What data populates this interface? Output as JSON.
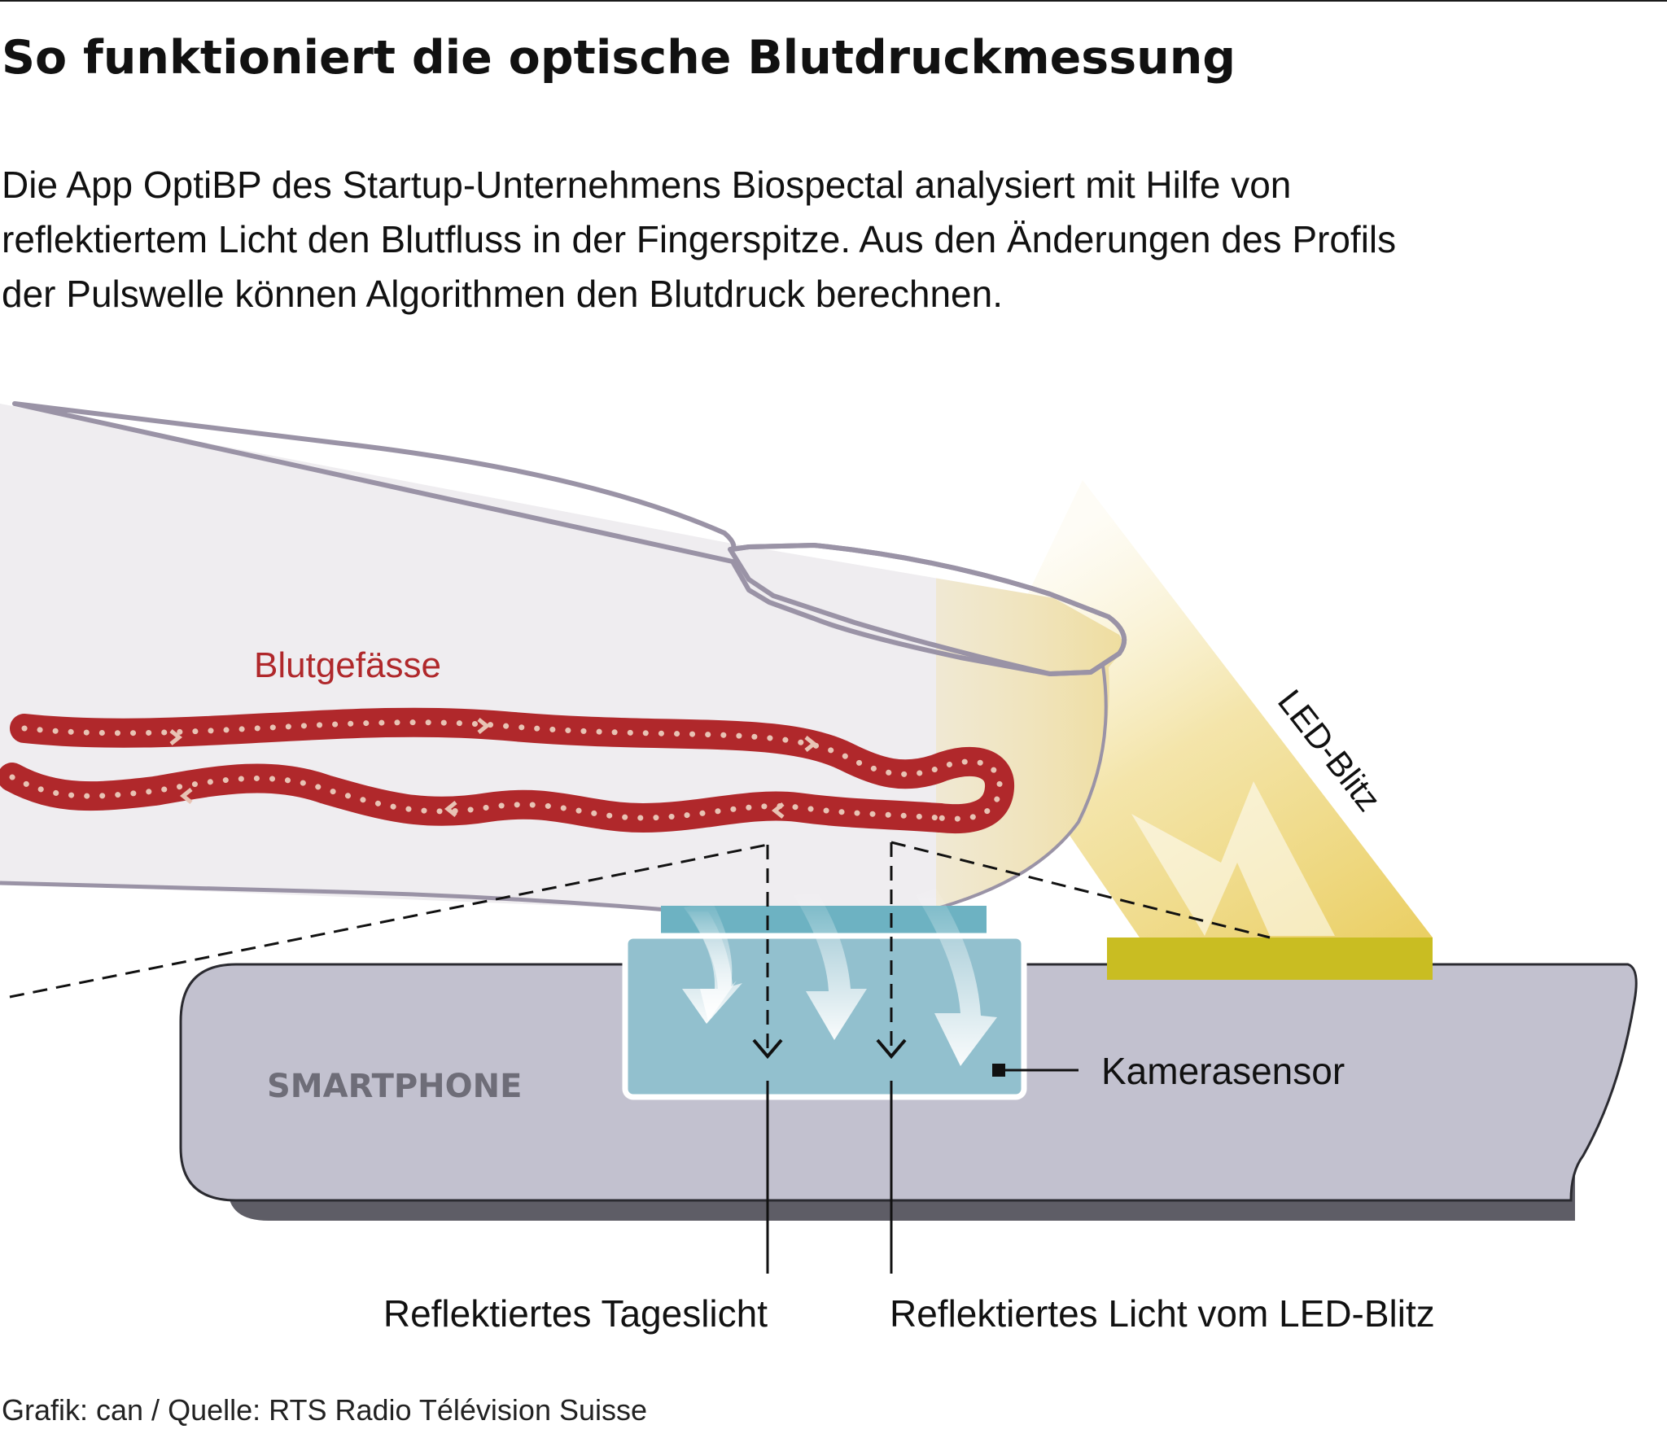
{
  "header": {
    "title": "So funktioniert die optische Blutdruckmessung",
    "intro_lines": [
      "Die App OptiBP des Startup-Unternehmens Biospectal analysiert mit Hilfe von",
      "reflektiertem Licht den Blutfluss in der Fingerspitze. Aus den Änderungen des Profils",
      "der Pulswelle können Algorithmen den Blutdruck berechnen."
    ]
  },
  "diagram": {
    "vessels_label": "Blutgefässe",
    "led_label": "LED-Blitz",
    "phone_label": "SMARTPHONE",
    "sensor_label": "Kamerasensor",
    "daylight_label": "Reflektiertes Tageslicht",
    "led_light_label": "Reflektiertes Licht vom LED-Blitz"
  },
  "colors": {
    "vessel": "#b0282b",
    "vessel_label": "#b0282b",
    "finger_fill": "#efedf0",
    "finger_outline": "#9a93a6",
    "phone_body": "#c2c1cf",
    "phone_shadow": "#5e5d66",
    "sensor": "#92c0ce",
    "sensor_top": "#6db2c2",
    "led": "#c9bd22",
    "led_glow": "#ecd77a"
  },
  "footer": {
    "credit": "Grafik: can / Quelle: RTS Radio Télévision Suisse"
  }
}
